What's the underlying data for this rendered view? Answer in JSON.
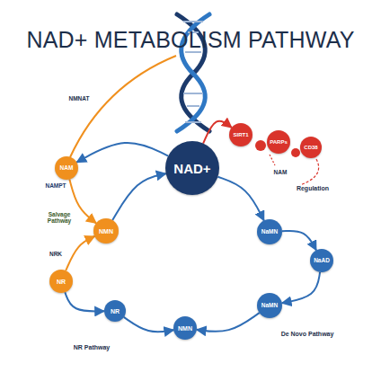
{
  "diagram": {
    "title": "NAD+ METABOLISM PATHWAY",
    "nodes": [
      {
        "text": [
          "NAM"
        ]
      },
      {
        "text": [
          "NAD+"
        ]
      },
      {
        "text": [
          "SIRT1"
        ]
      },
      {
        "text": [
          "PARPs"
        ]
      },
      {
        "text": [
          "CD38"
        ]
      },
      {
        "text": [
          "NMN"
        ]
      },
      {
        "text": [
          "NaMN"
        ]
      },
      {
        "text": [
          "NaAD"
        ]
      },
      {
        "text": [
          "NR"
        ]
      },
      {
        "text": [
          "NaMN"
        ]
      },
      {
        "text": [
          "NR"
        ]
      },
      {
        "text": [
          "NMN"
        ]
      }
    ],
    "edges": [
      {
        "from": 1,
        "to": 0,
        "arrow": "to"
      },
      {
        "from": 0,
        "to": 5,
        "arrow": "to"
      },
      {
        "from": 5,
        "to": 1,
        "arrow": "to"
      },
      {
        "from": 8,
        "to": 5,
        "arrow": "to"
      },
      {
        "from": 8,
        "to": 10,
        "arrow": "to"
      },
      {
        "from": 10,
        "to": 11,
        "arrow": "to"
      },
      {
        "from": 9,
        "to": 11,
        "arrow": "to"
      },
      {
        "from": 1,
        "to": 6,
        "arrow": "to"
      },
      {
        "from": 6,
        "to": 7,
        "arrow": "to"
      },
      {
        "from": 7,
        "to": 9,
        "arrow": "to"
      },
      {
        "from": 1,
        "to": 2,
        "arrow": "to"
      }
    ],
    "labels": [
      "NMNAT",
      "NAM",
      "NAMPT",
      "Regulation",
      "Salvage Pathway",
      "NRK",
      "De Novo Pathway",
      "NR Pathway"
    ]
  }
}
